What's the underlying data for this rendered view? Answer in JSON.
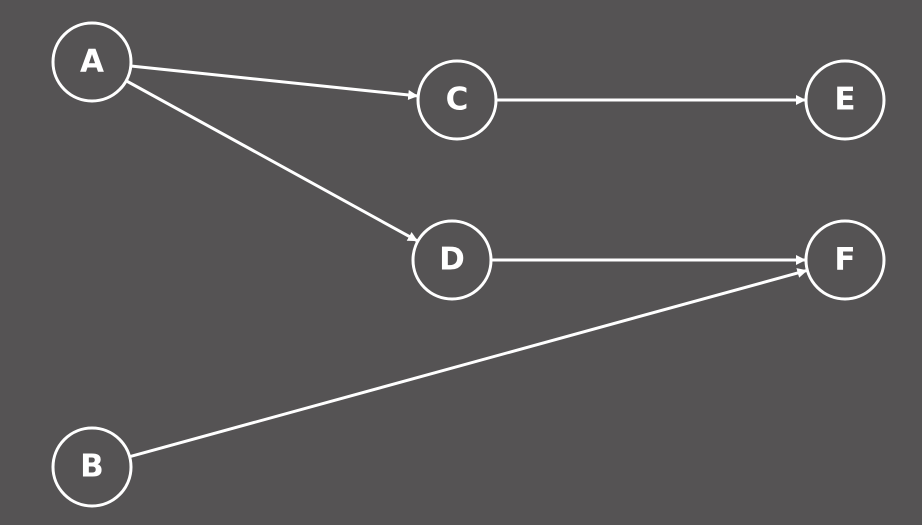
{
  "diagram": {
    "type": "directed-graph",
    "background_color": "#555354",
    "stroke_color": "#ffffff",
    "nodes": [
      {
        "id": "A",
        "label": "A"
      },
      {
        "id": "B",
        "label": "B"
      },
      {
        "id": "C",
        "label": "C"
      },
      {
        "id": "D",
        "label": "D"
      },
      {
        "id": "E",
        "label": "E"
      },
      {
        "id": "F",
        "label": "F"
      }
    ],
    "edges": [
      {
        "from": "A",
        "to": "C"
      },
      {
        "from": "A",
        "to": "D"
      },
      {
        "from": "C",
        "to": "E"
      },
      {
        "from": "D",
        "to": "F"
      },
      {
        "from": "B",
        "to": "F"
      }
    ]
  }
}
